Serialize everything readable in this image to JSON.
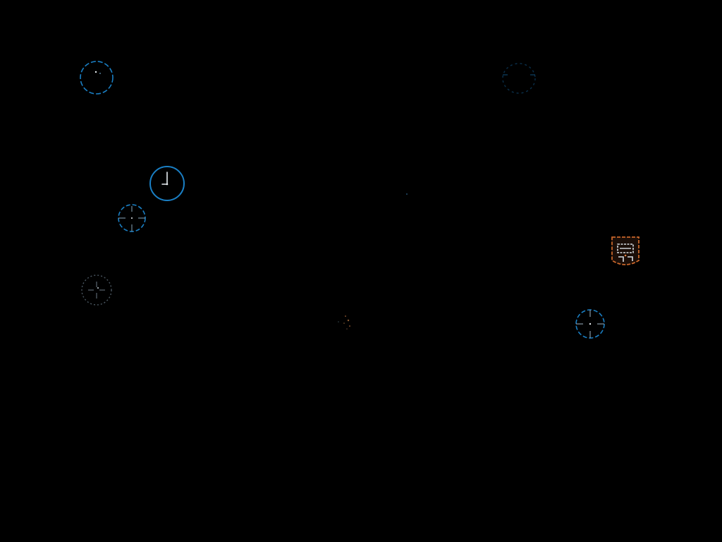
{
  "screen": {
    "background": "#000000"
  },
  "colors": {
    "accent_blue": "#1a7fc4",
    "dim_blue": "#10507c",
    "very_dim_blue": "#0a2f4a",
    "dim_gray": "#4a5660",
    "white_tick": "#e8eef2",
    "orange": "#c8662a",
    "dim_orange": "#7a4a2a",
    "badge_white": "#d8dde2"
  },
  "markers": [
    {
      "name": "target-ring-top-left",
      "icon": "target-ring-icon",
      "style": "dashed",
      "emphasis": "medium"
    },
    {
      "name": "clock-ring",
      "icon": "clock-icon",
      "style": "solid",
      "emphasis": "high"
    },
    {
      "name": "crosshair-ring-left",
      "icon": "crosshair-icon",
      "style": "dashed",
      "emphasis": "medium"
    },
    {
      "name": "crosshair-ring-gray",
      "icon": "crosshair-icon",
      "style": "dotted",
      "emphasis": "low"
    },
    {
      "name": "target-ring-top-right",
      "icon": "target-ring-icon",
      "style": "dotted",
      "emphasis": "very-low"
    },
    {
      "name": "crosshair-ring-right",
      "icon": "crosshair-icon",
      "style": "dashed",
      "emphasis": "medium"
    },
    {
      "name": "faint-orange-marker",
      "icon": "spark-icon",
      "style": "dotted",
      "emphasis": "very-low"
    },
    {
      "name": "orange-shield-badge",
      "icon": "shield-badge-icon",
      "style": "solid",
      "emphasis": "high"
    }
  ]
}
